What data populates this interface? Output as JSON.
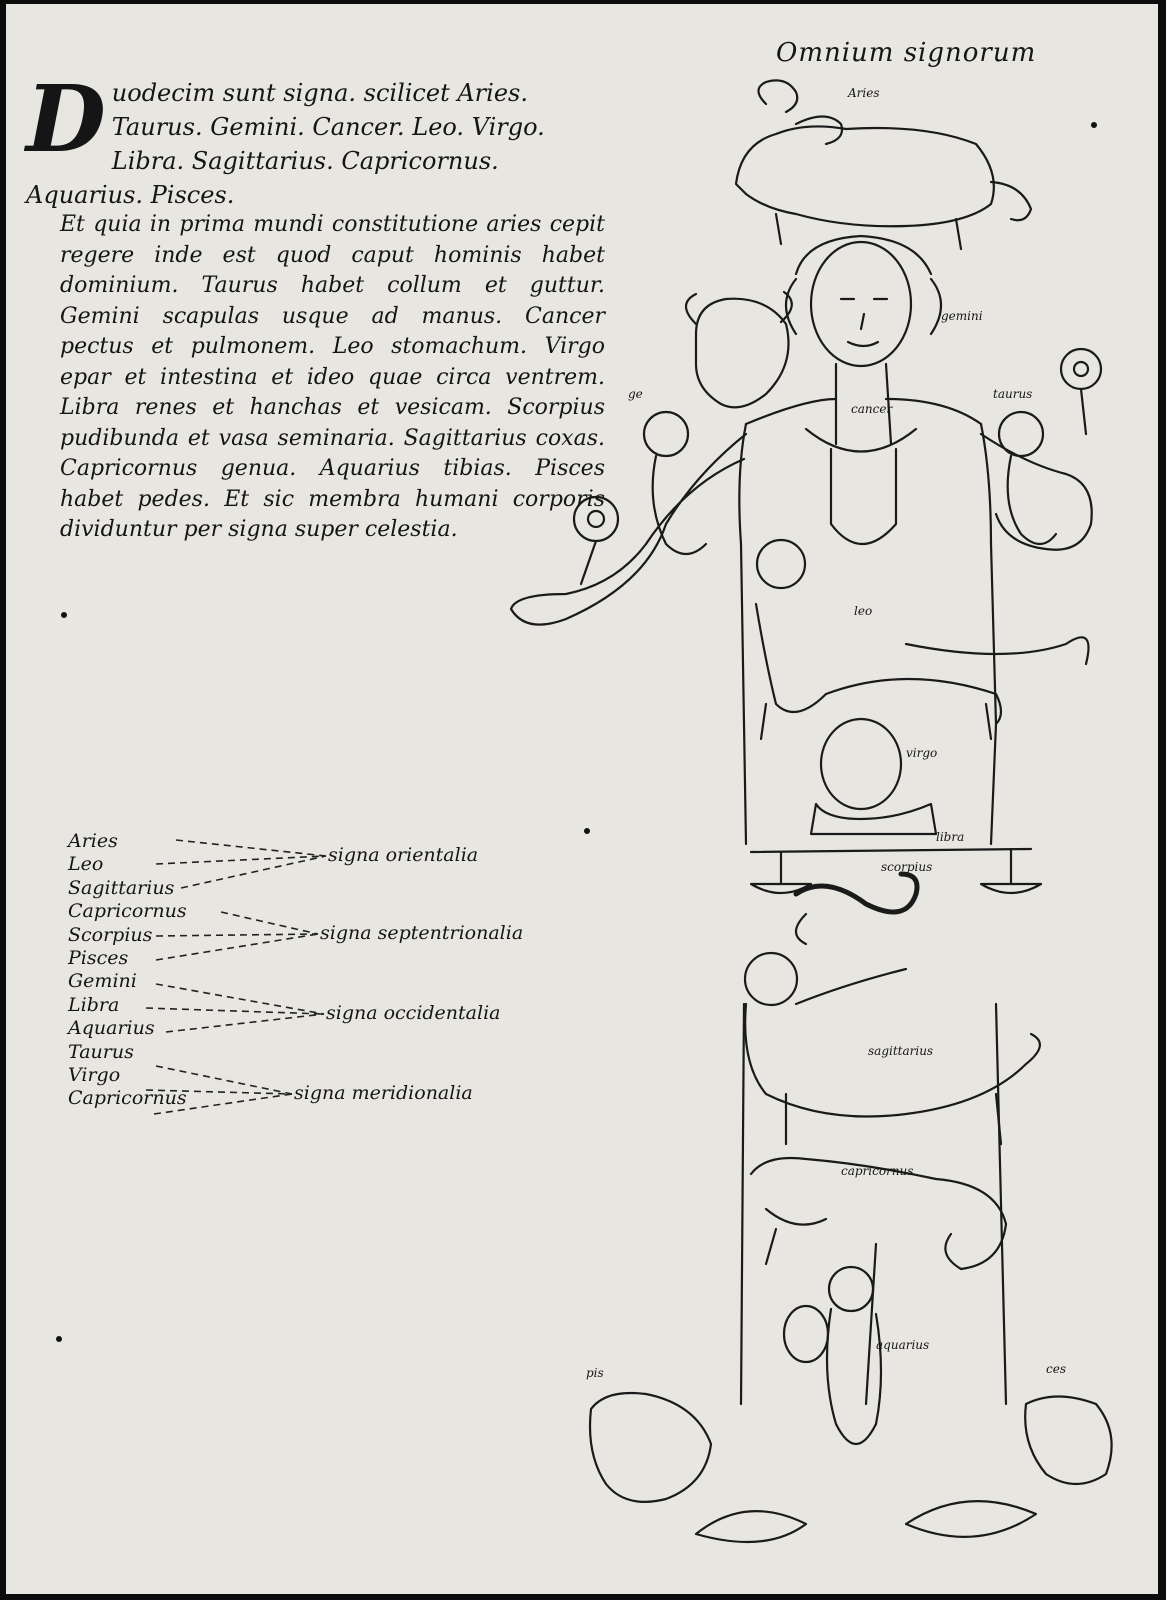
{
  "header": "Omnium signorum",
  "intro": {
    "initial": "D",
    "text": "uodecim sunt signa. scilicet Aries. Taurus. Gemini. Cancer. Leo. Virgo. Libra. Sagittarius. Capricornus. Aquarius. Pisces."
  },
  "body_text": "Et quia in prima mundi constitutione aries cepit regere inde est quod caput hominis habet dominium. Taurus habet collum et guttur. Gemini scapulas usque ad manus. Cancer pectus et pulmonem. Leo stomachum. Virgo epar et intestina et ideo quae circa ventrem. Libra renes et hanchas et vesicam. Scorpius pudibunda et vasa seminaria. Sagittarius coxas. Capricornus genua. Aquarius tibias. Pisces habet pedes. Et sic membra humani corporis dividuntur per signa super celestia.",
  "signs_list": [
    "Aries",
    "Leo",
    "Sagittarius",
    "Capricornus",
    "Scorpius",
    "Pisces",
    "Gemini",
    "Libra",
    "Aquarius",
    "Taurus",
    "Virgo",
    "Capricornus"
  ],
  "regions": [
    {
      "label": "signa orientalia"
    },
    {
      "label": "signa septentrionalia"
    },
    {
      "label": "signa occidentalia"
    },
    {
      "label": "signa meridionalia"
    }
  ],
  "figure_labels": {
    "aries": "Aries",
    "taurus": "taurus",
    "gemini_left": "ge",
    "gemini_right": "gemini",
    "cancer": "cancer",
    "leo": "leo",
    "virgo": "virgo",
    "libra": "libra",
    "scorpio": "scorpius",
    "sagittarius": "sagittarius",
    "capricornus": "capricornus",
    "aquarius": "aquarius",
    "pisces_left": "pis",
    "pisces_right": "ces"
  },
  "colors": {
    "paper": "#e8e6e1",
    "ink": "#151515",
    "border": "#0c0c0c"
  }
}
